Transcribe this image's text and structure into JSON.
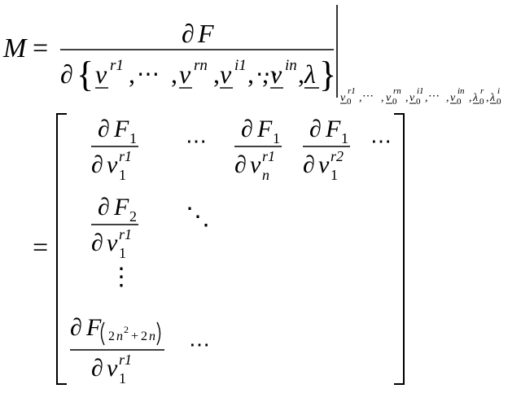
{
  "equation": {
    "lhs_symbol": "M",
    "equals": "=",
    "partial": "∂",
    "F": "F",
    "open_brace": "{",
    "close_brace": "}",
    "v": "v",
    "sup_r1": "r1",
    "sup_rn": "rn",
    "sup_i1": "i1",
    "sup_in": "in",
    "ellipsis": "⋯",
    "comma": ",",
    "lambda": "λ",
    "eval_sub": {
      "v": "v",
      "zero": "0",
      "r1": "r1",
      "rn": "rn",
      "i1": "i1",
      "in": "in",
      "lambda": "λ",
      "r": "r",
      "i": "i",
      "dots": "⋯",
      "comma": ","
    }
  },
  "matrix": {
    "row1": {
      "c1": {
        "num_F": "F",
        "num_sub": "1",
        "den_v": "v",
        "den_sub": "1",
        "den_sup": "r1"
      },
      "dots": "⋯",
      "c3": {
        "num_F": "F",
        "num_sub": "1",
        "den_v": "v",
        "den_sub": "n",
        "den_sup": "r1"
      },
      "c4": {
        "num_F": "F",
        "num_sub": "1",
        "den_v": "v",
        "den_sub": "1",
        "den_sup": "r2"
      },
      "trail": "⋯"
    },
    "row2": {
      "c1": {
        "num_F": "F",
        "num_sub": "2",
        "den_v": "v",
        "den_sub": "1",
        "den_sup": "r1"
      },
      "ddots": "⋱"
    },
    "vdots": "⋮",
    "row_last": {
      "num_F": "F",
      "sub_a": "2",
      "sub_n": "n",
      "sub_sq": "2",
      "sub_plus": "+",
      "sub_b": "2",
      "sub_n2": "n",
      "den_v": "v",
      "den_sub": "1",
      "den_sup": "r1",
      "dots": "⋯"
    }
  }
}
